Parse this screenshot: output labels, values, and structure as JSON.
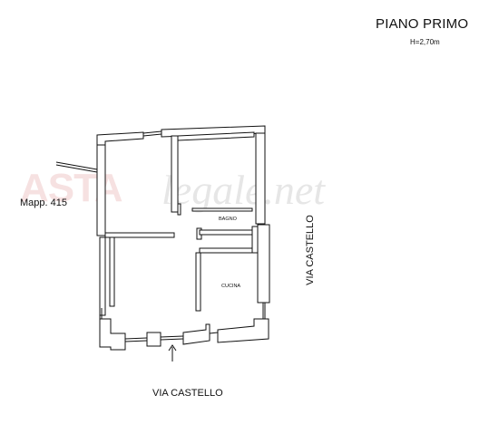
{
  "header": {
    "title": "PIANO PRIMO",
    "height_note": "H=2,70m"
  },
  "labels": {
    "parcel": "Mapp. 415",
    "street_bottom": "VIA CASTELLO",
    "street_right": "VIA CASTELLO",
    "bathroom": "BAGNO",
    "kitchen": "CUCINA"
  },
  "watermark": {
    "logo": "ASTA",
    "text": "legale.net",
    "logo_color": "#d77878"
  },
  "colors": {
    "wall": "#ffffff",
    "wall_stroke": "#111111",
    "text": "#111111"
  }
}
